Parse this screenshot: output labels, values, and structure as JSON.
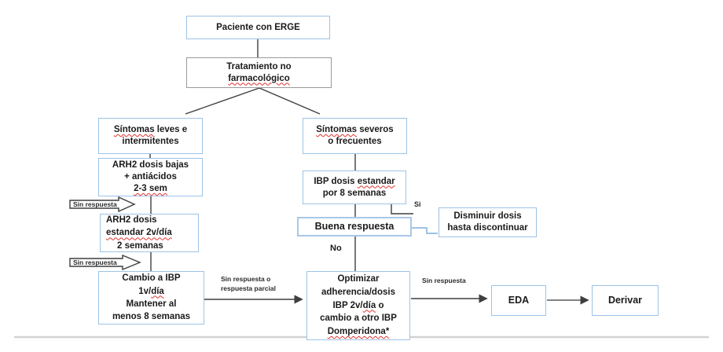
{
  "colors": {
    "box_border_blue": "#9dc3e6",
    "box_border_gray": "#9a9a9a",
    "connector_dark": "#3f3f3f",
    "connector_blue": "#9dc3e6",
    "spellcheck_red": "#e0312e",
    "divider_gray": "#d2d2d2",
    "text": "#1a1a1a"
  },
  "nodes": {
    "paciente": {
      "lines": [
        "Paciente con ERGE"
      ]
    },
    "tratamiento": {
      "lines": [
        "Tratamiento no",
        [
          {
            "t": "farmacológico",
            "w": true
          }
        ]
      ]
    },
    "sintomas_leves": {
      "lines": [
        [
          {
            "t": "Síntomas",
            "w": true
          },
          {
            "t": " leves e"
          }
        ],
        "intermitentes"
      ]
    },
    "arh2_bajas": {
      "lines": [
        "ARH2 dosis bajas",
        "+ antiácidos",
        [
          {
            "t": "2-3 sem",
            "w": true
          }
        ]
      ]
    },
    "arh2_estandar": {
      "lines": [
        "ARH2 dosis",
        [
          {
            "t": "estandar 2v/día",
            "w": true
          }
        ],
        "2 semanas"
      ]
    },
    "cambio_ibp": {
      "lines": [
        "Cambio a IBP",
        [
          {
            "t": "1v/"
          },
          {
            "t": "día",
            "w": true
          }
        ],
        "Mantener al",
        "menos 8 semanas"
      ]
    },
    "sintomas_severos": {
      "lines": [
        [
          {
            "t": "Síntomas",
            "w": true
          },
          {
            "t": " severos"
          }
        ],
        "o frecuentes"
      ]
    },
    "ibp_estandar": {
      "lines": [
        [
          {
            "t": "IBP dosis "
          },
          {
            "t": "estandar",
            "w": true
          }
        ],
        "por 8 semanas"
      ]
    },
    "buena_respuesta": {
      "lines": [
        "Buena respuesta"
      ]
    },
    "disminuir": {
      "lines": [
        "Disminuir dosis",
        "hasta discontinuar"
      ]
    },
    "optimizar": {
      "lines": [
        "Optimizar",
        "adherencia/dosis",
        [
          {
            "t": "IBP 2v/"
          },
          {
            "t": "día",
            "w": true
          },
          {
            "t": " o"
          }
        ],
        "cambio a otro IBP",
        [
          {
            "t": "Domperidona*",
            "w": true
          }
        ]
      ]
    },
    "eda": {
      "lines": [
        "EDA"
      ]
    },
    "derivar": {
      "lines": [
        "Derivar"
      ]
    }
  },
  "labels": {
    "si": "Si",
    "no": "No",
    "sin_respuesta_arrow_1": "Sin respuesta",
    "sin_respuesta_arrow_2": "Sin respuesta",
    "sin_respuesta_parcial": [
      "Sin respuesta o",
      "respuesta parcial"
    ],
    "sin_respuesta_right": "Sin respuesta"
  }
}
